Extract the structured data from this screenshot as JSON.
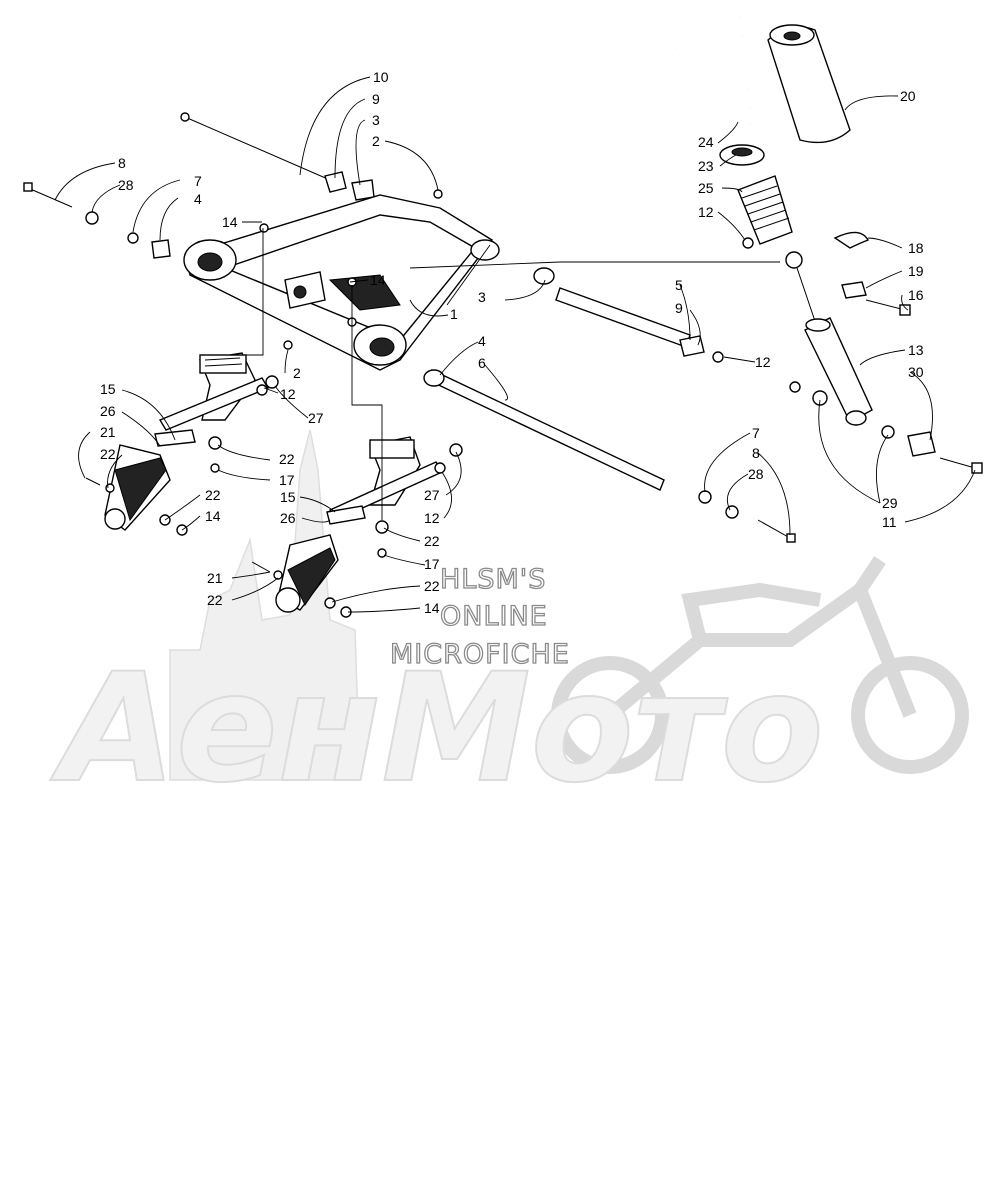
{
  "watermark": {
    "line1": "HLSM'S",
    "line2": "ONLINE",
    "line3": "MICROFICHE",
    "logo_text": "АенМото"
  },
  "callouts": [
    {
      "id": "c10",
      "text": "10"
    },
    {
      "id": "c9a",
      "text": "9"
    },
    {
      "id": "c3a",
      "text": "3"
    },
    {
      "id": "c2a",
      "text": "2"
    },
    {
      "id": "c8a",
      "text": "8"
    },
    {
      "id": "c28a",
      "text": "28"
    },
    {
      "id": "c7a",
      "text": "7"
    },
    {
      "id": "c4a",
      "text": "4"
    },
    {
      "id": "c14a",
      "text": "14"
    },
    {
      "id": "c14b",
      "text": "14"
    },
    {
      "id": "c3b",
      "text": "3"
    },
    {
      "id": "c1",
      "text": "1"
    },
    {
      "id": "c4b",
      "text": "4"
    },
    {
      "id": "c6",
      "text": "6"
    },
    {
      "id": "c5",
      "text": "5"
    },
    {
      "id": "c9b",
      "text": "9"
    },
    {
      "id": "c12a",
      "text": "12"
    },
    {
      "id": "c2b",
      "text": "2"
    },
    {
      "id": "c12b",
      "text": "12"
    },
    {
      "id": "c27a",
      "text": "27"
    },
    {
      "id": "c15a",
      "text": "15"
    },
    {
      "id": "c26a",
      "text": "26"
    },
    {
      "id": "c21a",
      "text": "21"
    },
    {
      "id": "c22a",
      "text": "22"
    },
    {
      "id": "c22b",
      "text": "22"
    },
    {
      "id": "c17a",
      "text": "17"
    },
    {
      "id": "c22c",
      "text": "22"
    },
    {
      "id": "c14c",
      "text": "14"
    },
    {
      "id": "c15b",
      "text": "15"
    },
    {
      "id": "c26b",
      "text": "26"
    },
    {
      "id": "c27b",
      "text": "27"
    },
    {
      "id": "c12c",
      "text": "12"
    },
    {
      "id": "c22d",
      "text": "22"
    },
    {
      "id": "c17b",
      "text": "17"
    },
    {
      "id": "c21b",
      "text": "21"
    },
    {
      "id": "c22e",
      "text": "22"
    },
    {
      "id": "c22f",
      "text": "22"
    },
    {
      "id": "c14d",
      "text": "14"
    },
    {
      "id": "c24",
      "text": "24"
    },
    {
      "id": "c23",
      "text": "23"
    },
    {
      "id": "c25",
      "text": "25"
    },
    {
      "id": "c12d",
      "text": "12"
    },
    {
      "id": "c20",
      "text": "20"
    },
    {
      "id": "c18",
      "text": "18"
    },
    {
      "id": "c19",
      "text": "19"
    },
    {
      "id": "c16",
      "text": "16"
    },
    {
      "id": "c13",
      "text": "13"
    },
    {
      "id": "c30",
      "text": "30"
    },
    {
      "id": "c7b",
      "text": "7"
    },
    {
      "id": "c8b",
      "text": "8"
    },
    {
      "id": "c28b",
      "text": "28"
    },
    {
      "id": "c29",
      "text": "29"
    },
    {
      "id": "c11",
      "text": "11"
    }
  ]
}
